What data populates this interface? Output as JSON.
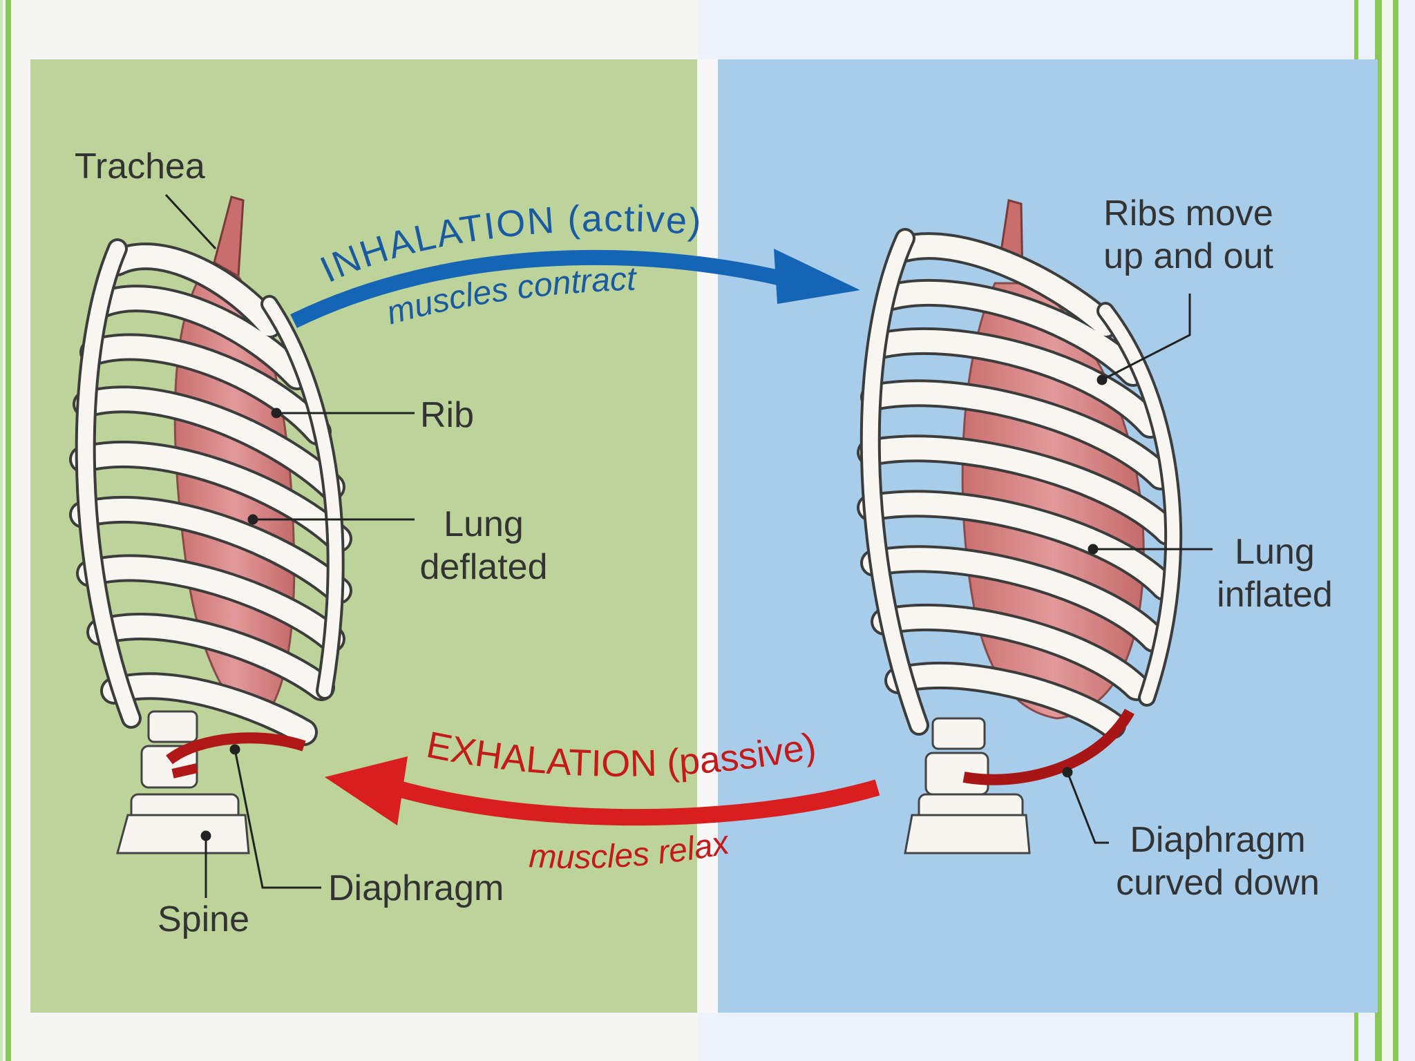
{
  "labels": {
    "trachea": "Trachea",
    "rib": "Rib",
    "lung_deflated": [
      "Lung",
      "deflated"
    ],
    "diaphragm_left": "Diaphragm",
    "spine": "Spine",
    "ribs_move": [
      "Ribs move",
      "up and out"
    ],
    "lung_inflated": [
      "Lung",
      "inflated"
    ],
    "diaphragm_right": [
      "Diaphragm",
      "curved down"
    ]
  },
  "arrows": {
    "inhalation_title": "INHALATION (active)",
    "inhalation_sub": "muscles contract",
    "exhalation_title": "EXHALATION (passive)",
    "exhalation_sub": "muscles relax"
  },
  "colors": {
    "left_panel": "#bcd39a",
    "right_panel": "#a8cdea",
    "inhalation_arrow": "#1565b6",
    "exhalation_arrow": "#d81e1e",
    "lung": "#d9888a",
    "diaphragm": "#a81515"
  }
}
